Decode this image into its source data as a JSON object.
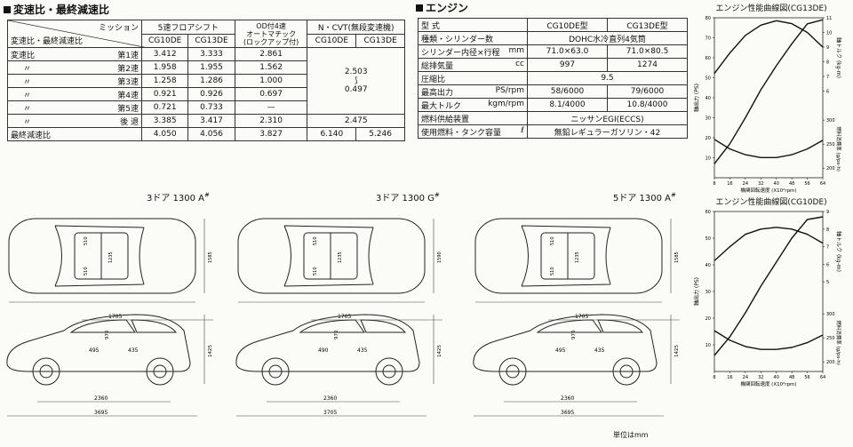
{
  "gear_section": {
    "title": "変速比・最終減速比",
    "header": {
      "diag_top": "ミッション",
      "diag_bottom": "変速比・最終減速比",
      "manual": "5速フロアシフト",
      "auto_line1": "OD付4速",
      "auto_line2": "オートマチック",
      "auto_line3": "(ロックアップ付)",
      "cvt": "N・CVT(無段変速機)"
    },
    "subheader": [
      "CG10DE",
      "CG13DE",
      "CG10DE",
      "CG13DE"
    ],
    "rows": [
      {
        "label": "変速比",
        "gear": "第1速",
        "m10": "3.412",
        "m13": "3.333",
        "auto": "2.861"
      },
      {
        "label": "〃",
        "gear": "第2速",
        "m10": "1.958",
        "m13": "1.955",
        "auto": "1.562"
      },
      {
        "label": "〃",
        "gear": "第3速",
        "m10": "1.258",
        "m13": "1.286",
        "auto": "1.000"
      },
      {
        "label": "〃",
        "gear": "第4速",
        "m10": "0.921",
        "m13": "0.926",
        "auto": "0.697"
      },
      {
        "label": "〃",
        "gear": "第5速",
        "m10": "0.721",
        "m13": "0.733",
        "auto": "—"
      },
      {
        "label": "〃",
        "gear": "後 退",
        "m10": "3.385",
        "m13": "3.417",
        "auto": "2.310"
      }
    ],
    "cvt_range": {
      "hi": "2.503",
      "mid": "⟆",
      "lo": "0.497"
    },
    "cvt_reverse": "2.475",
    "final": {
      "label": "最終減速比",
      "m10": "4.050",
      "m13": "4.056",
      "auto": "3.827",
      "cvt10": "6.140",
      "cvt13": "5.246"
    }
  },
  "engine_section": {
    "title": "エンジン",
    "header": {
      "type_label": "型 式",
      "cg10": "CG10DE型",
      "cg13": "CG13DE型"
    },
    "rows": [
      {
        "label": "種類・シリンダー数",
        "unit": "",
        "both": "DOHC水冷直列4気筒"
      },
      {
        "label": "シリンダー内径×行程",
        "unit": "mm",
        "cg10": "71.0×63.0",
        "cg13": "71.0×80.5"
      },
      {
        "label": "総排気量",
        "unit": "cc",
        "cg10": "997",
        "cg13": "1274"
      },
      {
        "label": "圧縮比",
        "unit": "",
        "both": "9.5"
      },
      {
        "label": "最高出力",
        "unit": "PS/rpm",
        "cg10": "58/6000",
        "cg13": "79/6000"
      },
      {
        "label": "最大トルク",
        "unit": "kgm/rpm",
        "cg10": "8.1/4000",
        "cg13": "10.8/4000"
      },
      {
        "label": "燃料供給装置",
        "unit": "",
        "both": "ニッサンEGI(ECCS)"
      },
      {
        "label": "使用燃料・タンク容量",
        "unit": "ℓ",
        "both": "無鉛レギュラーガソリン・42"
      }
    ]
  },
  "cars": [
    {
      "title": "3ドア 1300 A",
      "mark": "#",
      "top_labels": [
        "510",
        "510",
        "1235",
        "1585"
      ],
      "side_labels": [
        "1705",
        "970",
        "495",
        "435",
        "1425",
        "2360",
        "3695"
      ]
    },
    {
      "title": "3ドア 1300 G",
      "mark": "#",
      "top_labels": [
        "510",
        "510",
        "1235",
        "1590"
      ],
      "side_labels": [
        "1705",
        "970",
        "490",
        "435",
        "1425",
        "2360",
        "3705"
      ]
    },
    {
      "title": "5ドア 1300 A",
      "mark": "#",
      "top_labels": [
        "510",
        "510",
        "1235",
        "1585"
      ],
      "side_labels": [
        "1705",
        "970",
        "495",
        "435",
        "1425",
        "2360",
        "3695"
      ]
    }
  ],
  "unit_note": "単位はmm",
  "chart_data": [
    {
      "type": "line",
      "title": "エンジン性能曲線図(CG13DE)",
      "xlabel": "機関回転速度 (X10²rpm)",
      "x": [
        8,
        16,
        24,
        32,
        40,
        48,
        56,
        64
      ],
      "ylabel_left": "軸出力 (PS)",
      "ylabel_right_top": "軸トルク (kg-m)",
      "ylabel_right_bottom": "燃料消費率 (g/ps-h)",
      "left_ticks": [
        10,
        20,
        30,
        40,
        50,
        60,
        70,
        80
      ],
      "right_torque_ticks": [
        6,
        7,
        8,
        9,
        10,
        11
      ],
      "right_fuel_ticks": [
        200,
        250,
        300
      ],
      "series": [
        {
          "role": "output",
          "x": [
            8,
            16,
            24,
            32,
            40,
            48,
            56,
            64
          ],
          "values": [
            7,
            17,
            30,
            44,
            56,
            67,
            77,
            79
          ]
        },
        {
          "role": "torque",
          "x": [
            8,
            16,
            24,
            32,
            40,
            48,
            56,
            64
          ],
          "values": [
            7.2,
            8.6,
            9.8,
            10.5,
            10.8,
            10.6,
            10.0,
            9.0
          ]
        },
        {
          "role": "fuel",
          "x": [
            8,
            16,
            24,
            32,
            40,
            48,
            56,
            64
          ],
          "values": [
            260,
            240,
            228,
            222,
            222,
            228,
            240,
            258
          ]
        }
      ]
    },
    {
      "type": "line",
      "title": "エンジン性能曲線図(CG10DE)",
      "xlabel": "機関回転速度 (X10²rpm)",
      "x": [
        8,
        16,
        24,
        32,
        40,
        48,
        56,
        64
      ],
      "ylabel_left": "軸出力 (PS)",
      "ylabel_right_top": "軸トルク (kg-m)",
      "ylabel_right_bottom": "燃料消費率 (g/ps-h)",
      "left_ticks": [
        10,
        20,
        30,
        40,
        50,
        60
      ],
      "right_torque_ticks": [
        5,
        6,
        7,
        8,
        9
      ],
      "right_fuel_ticks": [
        200,
        250,
        300
      ],
      "series": [
        {
          "role": "output",
          "x": [
            8,
            16,
            24,
            32,
            40,
            48,
            56,
            64
          ],
          "values": [
            6,
            13,
            22,
            32,
            41,
            50,
            57,
            58
          ]
        },
        {
          "role": "torque",
          "x": [
            8,
            16,
            24,
            32,
            40,
            48,
            56,
            64
          ],
          "values": [
            6.2,
            7.0,
            7.7,
            8.0,
            8.1,
            8.0,
            7.7,
            7.2
          ]
        },
        {
          "role": "fuel",
          "x": [
            8,
            16,
            24,
            32,
            40,
            48,
            56,
            64
          ],
          "values": [
            265,
            245,
            232,
            226,
            226,
            230,
            240,
            256
          ]
        }
      ]
    }
  ]
}
